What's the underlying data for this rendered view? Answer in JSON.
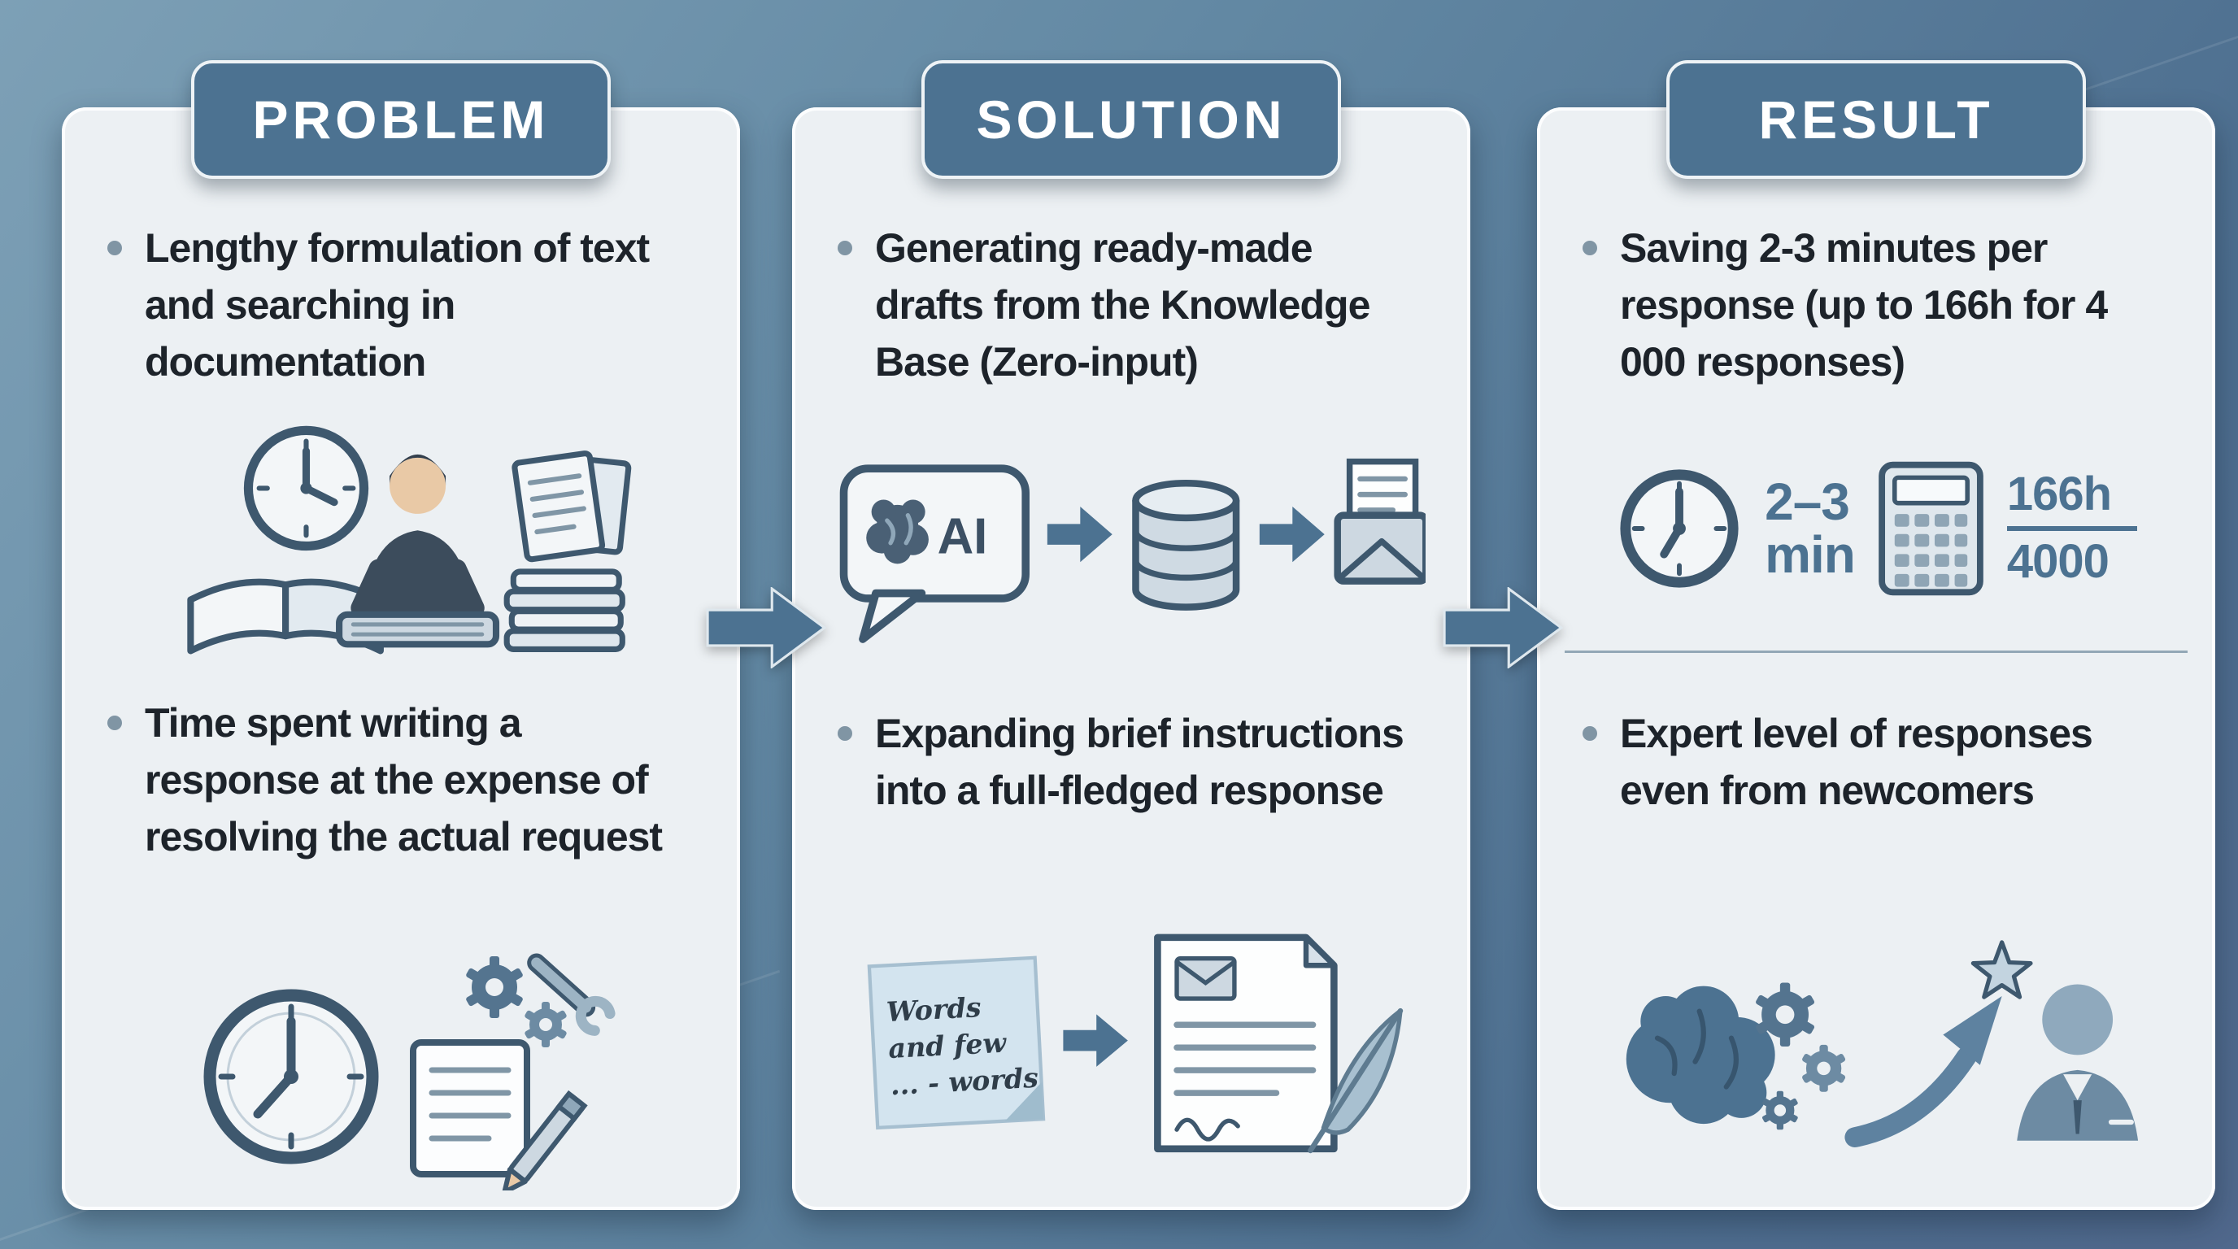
{
  "colors": {
    "background_start": "#7da0b6",
    "background_end": "#4d6e8f",
    "card_background": "#ecf0f3",
    "header_background": "#4c7291",
    "header_text": "#ffffff",
    "body_text": "#1d232a",
    "bullet_dot": "#8095a4",
    "arrow": "#4c7291",
    "illustration_outline": "#3e586e"
  },
  "columns": [
    {
      "id": "problem",
      "header": "PROBLEM",
      "bullets": [
        "Lengthy formulation of text and searching in documentation",
        "Time spent writing a response at the expense of resolving the actual request"
      ],
      "icons": [
        "clock-icon",
        "open-book-icon",
        "person-typing-icon",
        "documents-icon",
        "paper-stack-icon",
        "document-pencil-icon",
        "wrench-icon",
        "gear-icon"
      ]
    },
    {
      "id": "solution",
      "header": "SOLUTION",
      "bullets": [
        "Generating ready-made drafts from the Knowledge Base (Zero-input)",
        "Expanding brief instructions into a full-fledged response"
      ],
      "icons": [
        "ai-brain-bubble-icon",
        "arrow-icon",
        "database-icon",
        "envelope-letter-icon",
        "sticky-note-icon",
        "document-quill-icon"
      ]
    },
    {
      "id": "result",
      "header": "RESULT",
      "bullets": [
        "Saving 2-3 minutes per response (up to 166h for 4 000 responses)",
        "Expert level of responses even from newcomers"
      ],
      "icons": [
        "clock-icon",
        "calculator-icon",
        "brain-gears-icon",
        "growth-arrow-icon",
        "star-icon",
        "businessman-icon"
      ]
    }
  ],
  "labels": {
    "ai": "AI",
    "minutes_value": "2–3",
    "minutes_unit": "min",
    "hours_value": "166h",
    "responses_value": "4000",
    "sticky_note_lines": [
      "Words",
      "and few",
      "... - words"
    ]
  }
}
